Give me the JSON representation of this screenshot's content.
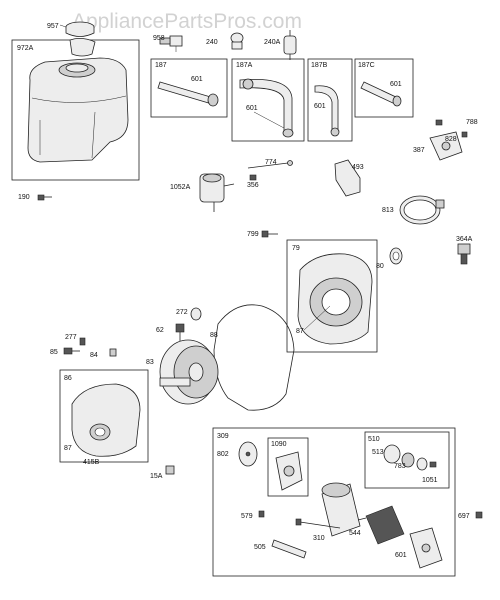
{
  "watermark": "AppliancePartsPros.com",
  "colors": {
    "line": "#222222",
    "part_fill": "#ededed",
    "watermark": "#d2d2d2"
  },
  "labels": {
    "p957": "957",
    "p972A": "972A",
    "p958": "958",
    "p240": "240",
    "p240A": "240A",
    "p187": "187",
    "p187A": "187A",
    "p187B": "187B",
    "p187C": "187C",
    "p601a": "601",
    "p601b": "601",
    "p601c": "601",
    "p601d": "601",
    "p788": "788",
    "p828": "828",
    "p387": "387",
    "p774": "774",
    "p493": "493",
    "p1052A": "1052A",
    "p356": "356",
    "p190": "190",
    "p813": "813",
    "p799": "799",
    "p79": "79",
    "p80": "80",
    "p364A": "364A",
    "p272": "272",
    "p62": "62",
    "p88": "88",
    "p87a": "87",
    "p277": "277",
    "p85": "85",
    "p84": "84",
    "p83": "83",
    "p86": "86",
    "p87b": "87",
    "p415B": "415B",
    "p15A": "15A",
    "p309": "309",
    "p1090": "1090",
    "p510": "510",
    "p513": "513",
    "p783": "783",
    "p1051": "1051",
    "p802": "802",
    "p697": "697",
    "p579": "579",
    "p544": "544",
    "p310": "310",
    "p505": "505",
    "p601e": "601"
  }
}
